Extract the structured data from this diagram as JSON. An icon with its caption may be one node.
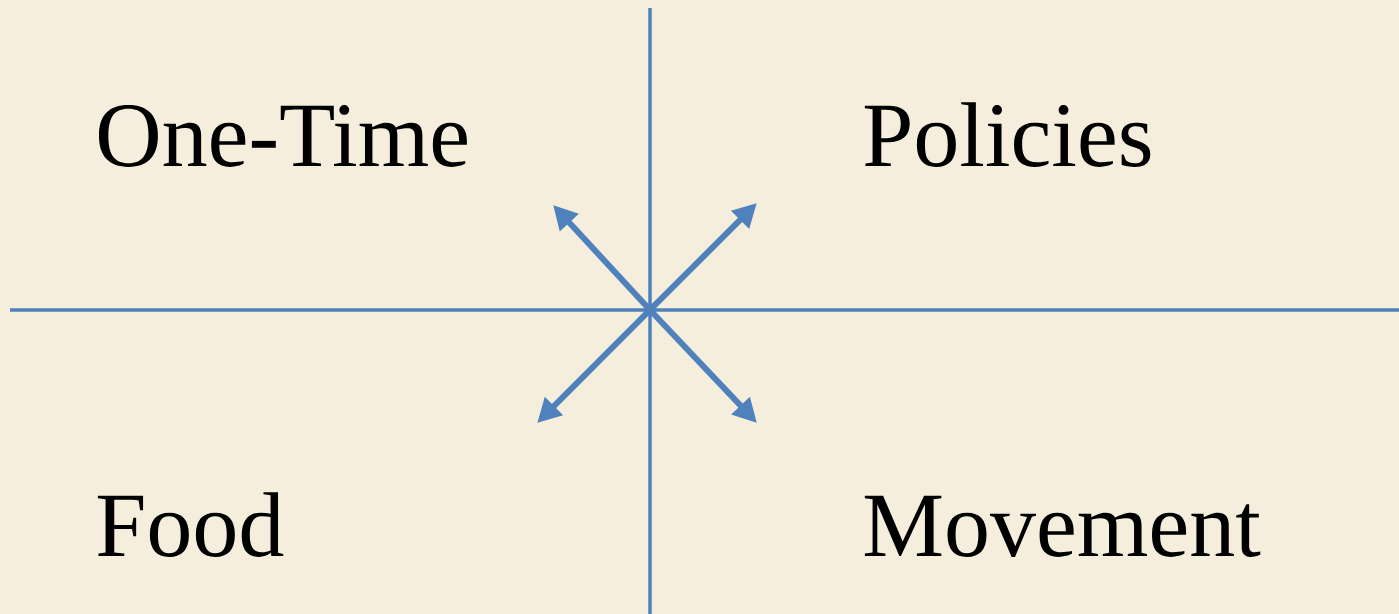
{
  "diagram": {
    "nodes": [
      {
        "text": [
          "One-Time"
        ]
      },
      {
        "text": [
          "Policies"
        ]
      },
      {
        "text": [
          "Food"
        ]
      },
      {
        "text": [
          "Movement"
        ]
      }
    ]
  }
}
